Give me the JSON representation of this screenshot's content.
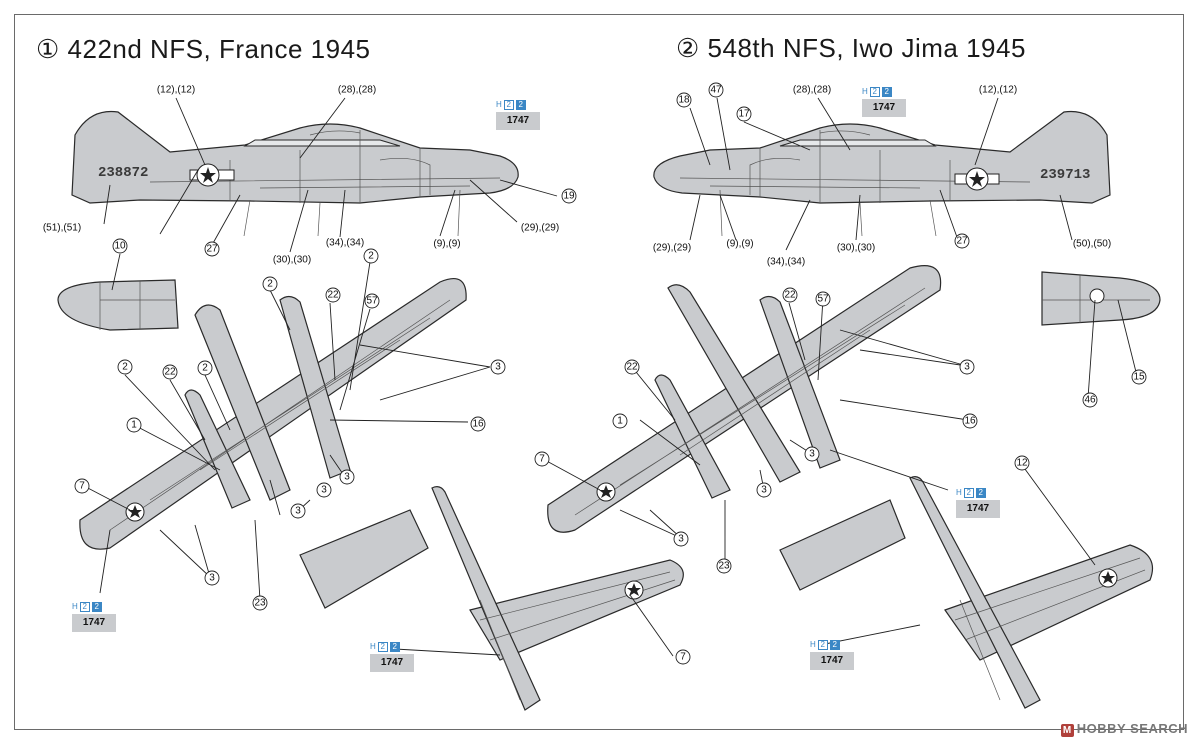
{
  "profiles": [
    {
      "title": "① 422nd NFS, France 1945",
      "serial": "238872"
    },
    {
      "title": "② 548th NFS, Iwo Jima 1945",
      "serial": "239713"
    }
  ],
  "paint_chip": {
    "brand": "H",
    "number": "2",
    "code": "1747",
    "color": "#c9cbce",
    "accent": "#3b87c5"
  },
  "callout_numbers": [
    "1",
    "2",
    "3",
    "7",
    "9",
    "10",
    "12",
    "15",
    "16",
    "17",
    "18",
    "19",
    "22",
    "23",
    "27",
    "28",
    "29",
    "30",
    "34",
    "46",
    "47",
    "50",
    "51",
    "57"
  ],
  "watermark": "HOBBY SEARCH"
}
